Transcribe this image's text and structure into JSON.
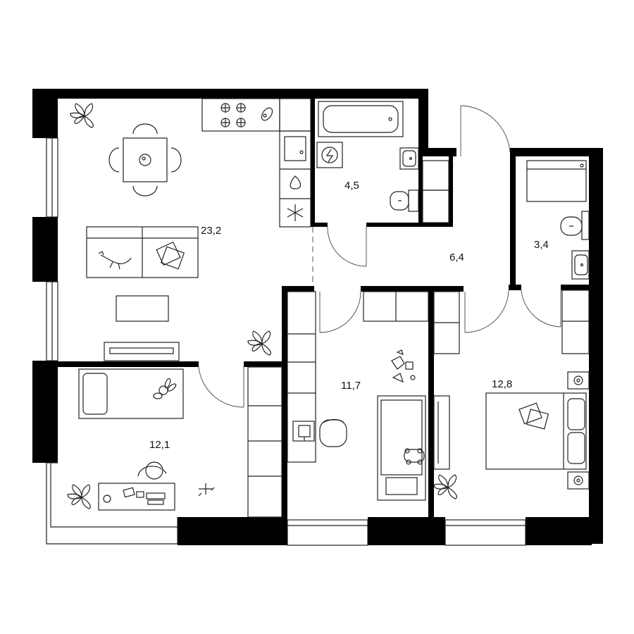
{
  "floorplan": {
    "colors": {
      "wall": "#000000",
      "line": "#222222",
      "background": "#ffffff"
    },
    "rooms": [
      {
        "id": "living-kitchen",
        "area": "23,2"
      },
      {
        "id": "bathroom",
        "area": "4,5"
      },
      {
        "id": "hallway",
        "area": "6,4"
      },
      {
        "id": "washroom",
        "area": "3,4"
      },
      {
        "id": "kids-room",
        "area": "11,7"
      },
      {
        "id": "bedroom",
        "area": "12,8"
      },
      {
        "id": "study-room",
        "area": "12,1"
      }
    ],
    "icons": [
      "plant-icon",
      "stove-icon",
      "sink-icon",
      "fridge-icon",
      "bathtub-icon",
      "washing-machine-icon",
      "toilet-icon",
      "cat-icon",
      "toy-bunny-icon",
      "toy-plane-icon",
      "chair-icon"
    ]
  }
}
